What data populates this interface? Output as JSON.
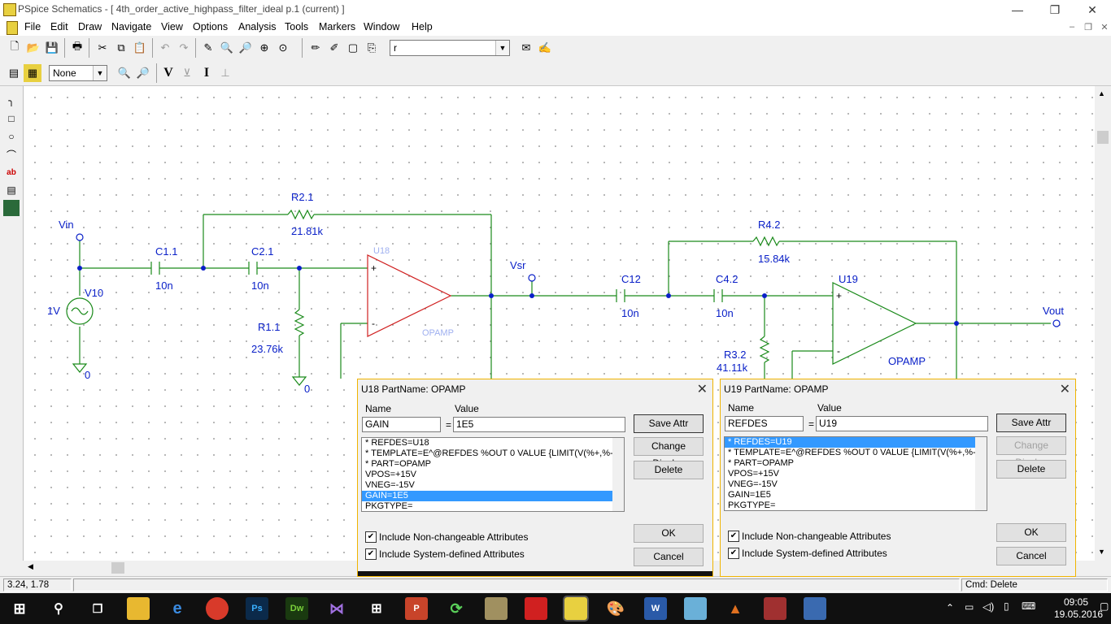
{
  "window": {
    "title": "PSpice Schematics - [ 4th_order_active_highpass_filter_ideal  p.1 (current)  ]",
    "minimize": "—",
    "restore": "❐",
    "close": "✕"
  },
  "menu": [
    "File",
    "Edit",
    "Draw",
    "Navigate",
    "View",
    "Options",
    "Analysis",
    "Tools",
    "Markers",
    "Window",
    "Help"
  ],
  "toolbar": {
    "part_combo_value": "r",
    "display_combo_value": "None"
  },
  "schematic": {
    "labels": {
      "vin": "Vin",
      "c1": "C1.1",
      "c1_val": "10n",
      "r2": "R2.1",
      "r2_val": "21.81k",
      "c2": "C2.1",
      "c2_val": "10n",
      "v10": "V10",
      "v10_val": "1V",
      "r1": "R1.1",
      "r1_val": "23.76k",
      "gnd1": "0",
      "gnd2": "0",
      "u18": "U18",
      "u18_part": "OPAMP",
      "vsr": "Vsr",
      "c12": "C12",
      "c12_val": "10n",
      "r4": "R4.2",
      "r4_val": "15.84k",
      "c4": "C4.2",
      "c4_val": "10n",
      "u19": "U19",
      "u19_part": "OPAMP",
      "r3": "R3.2",
      "r3_val": "41.11k",
      "vout": "Vout",
      "plus": "+",
      "minus": "-"
    }
  },
  "dialog_u18": {
    "title": "U18  PartName: OPAMP",
    "name_label": "Name",
    "value_label": "Value",
    "name_value": "GAIN",
    "eq": "=",
    "value_value": "1E5",
    "attributes": [
      "*   REFDES=U18",
      "*   TEMPLATE=E^@REFDES %OUT 0 VALUE {LIMIT(V(%+,%-",
      "*   PART=OPAMP",
      "    VPOS=+15V",
      "    VNEG=-15V",
      "    GAIN=1E5",
      "    PKGTYPE="
    ],
    "selected_index": 5,
    "save_attr": "Save Attr",
    "change_display": "Change Display",
    "delete": "Delete",
    "ok": "OK",
    "cancel": "Cancel",
    "chk1": "Include Non-changeable Attributes",
    "chk2": "Include System-defined Attributes",
    "close": "✕"
  },
  "dialog_u19": {
    "title": "U19  PartName: OPAMP",
    "name_label": "Name",
    "value_label": "Value",
    "name_value": "REFDES",
    "eq": "=",
    "value_value": "U19",
    "attributes": [
      "*   REFDES=U19",
      "*   TEMPLATE=E^@REFDES %OUT 0 VALUE {LIMIT(V(%+,%-",
      "*   PART=OPAMP",
      "    VPOS=+15V",
      "    VNEG=-15V",
      "    GAIN=1E5",
      "    PKGTYPE="
    ],
    "selected_index": 0,
    "save_attr": "Save Attr",
    "change_display": "Change Display",
    "delete": "Delete",
    "ok": "OK",
    "cancel": "Cancel",
    "chk1": "Include Non-changeable Attributes",
    "chk2": "Include System-defined Attributes",
    "close": "✕"
  },
  "status": {
    "coords": "3.24, 1.78",
    "cmd": "Cmd: Delete"
  },
  "taskbar": {
    "time": "09:05",
    "date": "19.05.2016"
  }
}
